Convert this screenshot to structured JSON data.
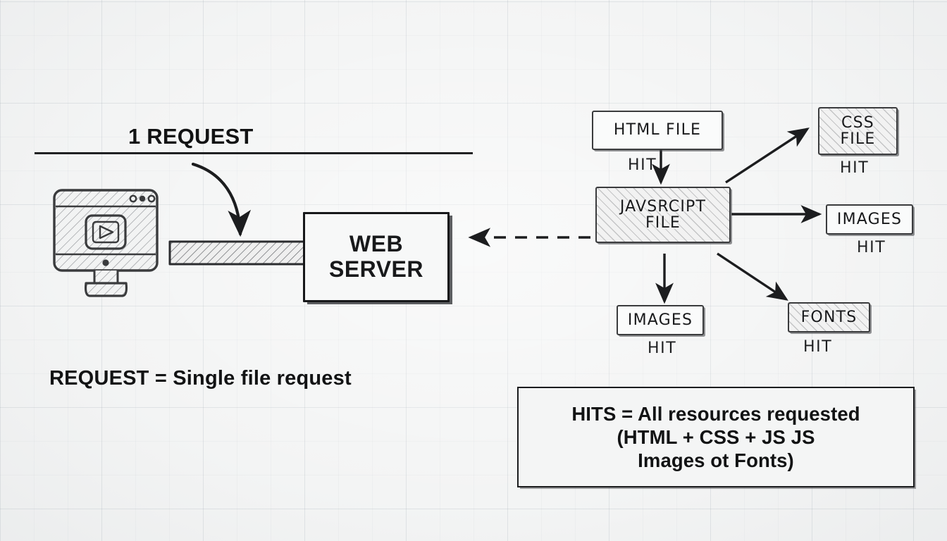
{
  "background": {
    "paper_color": "#f3f4f4",
    "grid_color": "#96a0aa",
    "ink_color": "#1d1e20"
  },
  "left_panel": {
    "request_title": "1 REQUEST",
    "request_legend": "REQUEST = Single file request",
    "client_icon": "browser-monitor-play-icon",
    "web_server_label": "WEB\nSERVER",
    "flow_arrow": "thick-block-arrow-right",
    "curved_arrow": "curved-arrow-down-right",
    "return_arrow": "dashed-arrow-left"
  },
  "right_panel": {
    "nodes": [
      {
        "id": "html-file",
        "label": "HTML FILE",
        "hit": "HIT",
        "hatched": false
      },
      {
        "id": "javascript-file",
        "label": "JAVSRCIPT\nFILE",
        "hit": "",
        "hatched": true
      },
      {
        "id": "css-file",
        "label": "CSS\nFILE",
        "hit": "HIT",
        "hatched": true
      },
      {
        "id": "images-right",
        "label": "IMAGES",
        "hit": "HIT",
        "hatched": false
      },
      {
        "id": "images-below",
        "label": "IMAGES",
        "hit": "HIT",
        "hatched": false
      },
      {
        "id": "fonts",
        "label": "FONTS",
        "hit": "HIT",
        "hatched": true
      }
    ],
    "edges": [
      {
        "from": "html-file",
        "to": "javascript-file",
        "style": "solid",
        "direction": "down"
      },
      {
        "from": "javascript-file",
        "to": "css-file",
        "style": "solid",
        "direction": "up-right"
      },
      {
        "from": "javascript-file",
        "to": "images-right",
        "style": "solid",
        "direction": "right"
      },
      {
        "from": "javascript-file",
        "to": "images-below",
        "style": "solid",
        "direction": "down"
      },
      {
        "from": "javascript-file",
        "to": "fonts",
        "style": "solid",
        "direction": "down-right"
      },
      {
        "from": "javascript-file",
        "to": "web-server",
        "style": "dashed",
        "direction": "left"
      }
    ]
  },
  "hits_legend": {
    "text": "HITS = All resources requested\n(HTML + CSS + JS    JS\nImages ot Fonts)"
  }
}
